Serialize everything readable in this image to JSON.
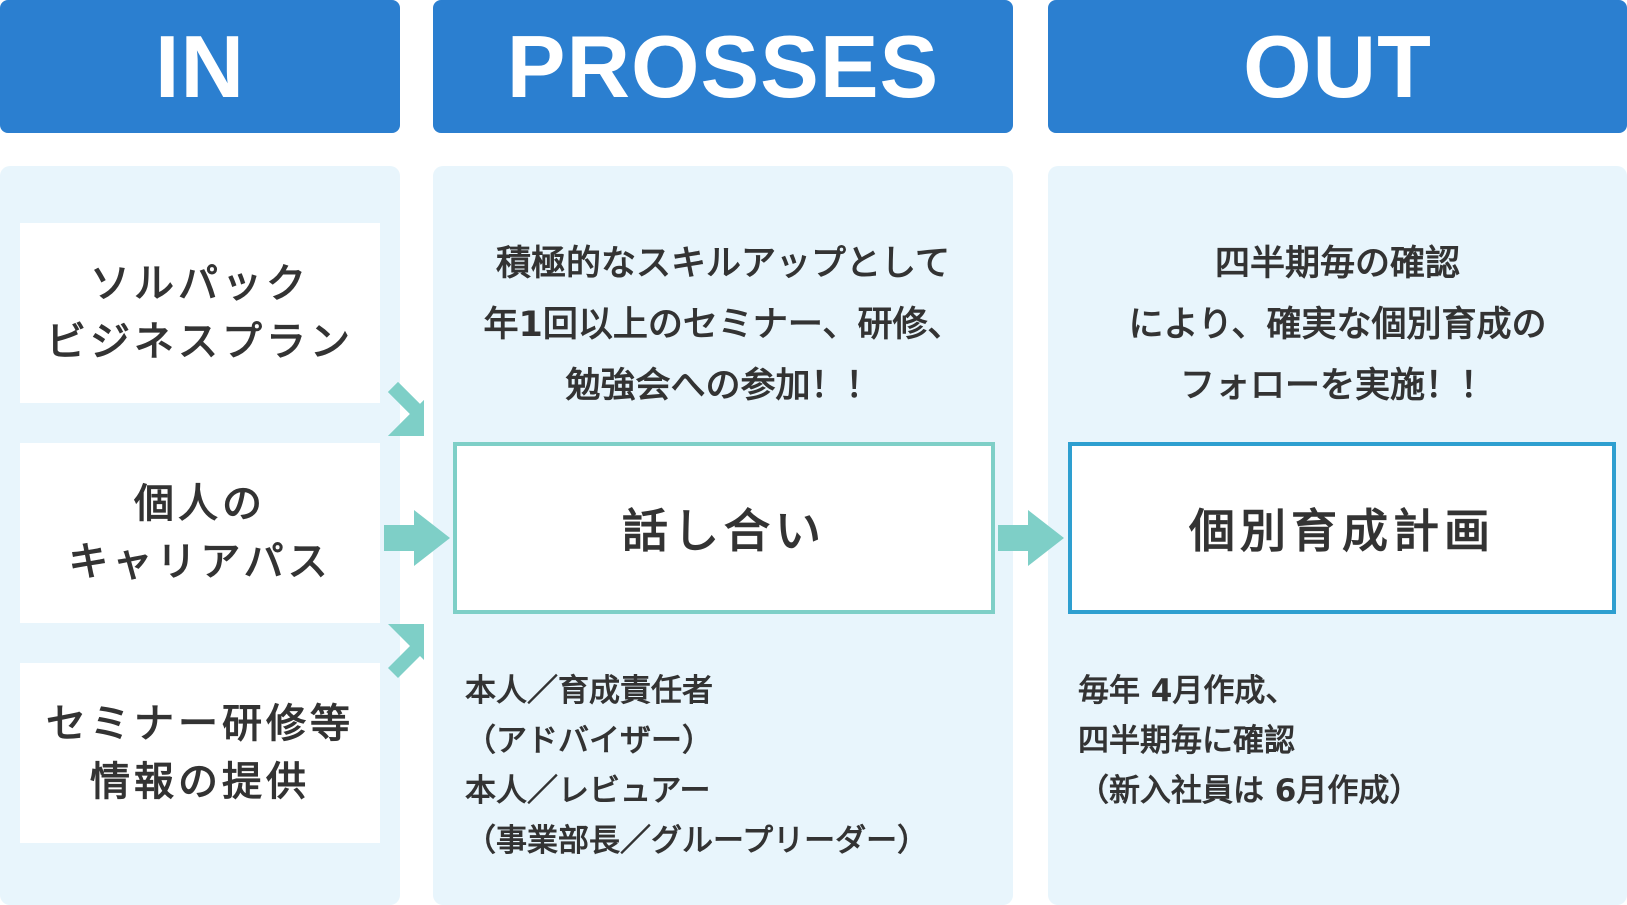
{
  "colors": {
    "header_bg": "#2b7fd0",
    "panel_bg": "#e8f5fc",
    "arrow": "#7ecfc7",
    "talk_border": "#7ecfc7",
    "plan_border": "#2e9fd0"
  },
  "headers": {
    "in": "IN",
    "process": "PROSSES",
    "out": "OUT"
  },
  "inputs": [
    {
      "label": "ソルパック\nビジネスプラン"
    },
    {
      "label": "個人の\nキャリアパス"
    },
    {
      "label": "セミナー研修等\n情報の提供"
    }
  ],
  "process": {
    "description": "積極的なスキルアップとして\n年1回以上のセミナー、研修、\n勉強会への参加！！",
    "box_label": "話し合い",
    "note": "本人／育成責任者\n（アドバイザー）\n本人／レビュアー\n（事業部長／グループリーダー）"
  },
  "output": {
    "description": "四半期毎の確認\nにより、確実な個別育成の\nフォローを実施！！",
    "box_label": "個別育成計画",
    "note": "毎年 4月作成、\n四半期毎に確認\n（新入社員は 6月作成）"
  },
  "icons": {
    "arrow_in_top": "arrow-diagonal-down-right-icon",
    "arrow_in_middle": "arrow-right-icon",
    "arrow_in_bottom": "arrow-diagonal-up-right-icon",
    "arrow_process_out": "arrow-right-icon"
  }
}
